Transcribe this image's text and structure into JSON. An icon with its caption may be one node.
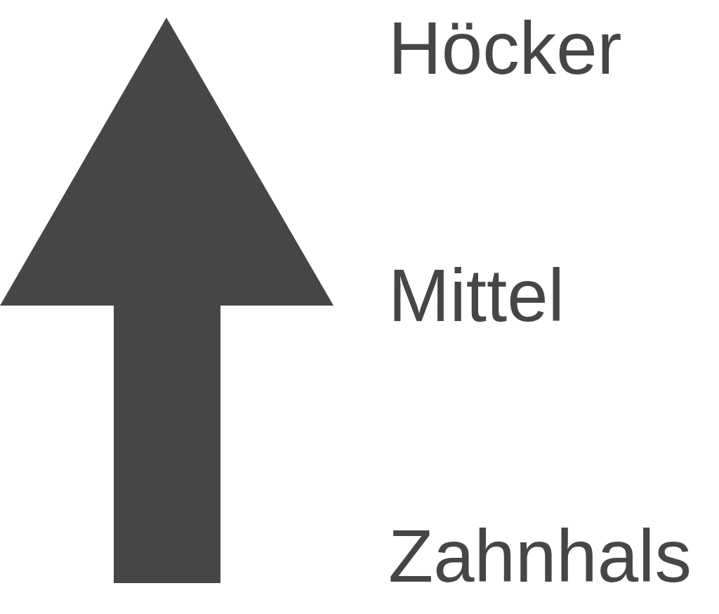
{
  "diagram": {
    "labels": [
      "Höcker",
      "Mittel",
      "Zahnhals"
    ]
  }
}
